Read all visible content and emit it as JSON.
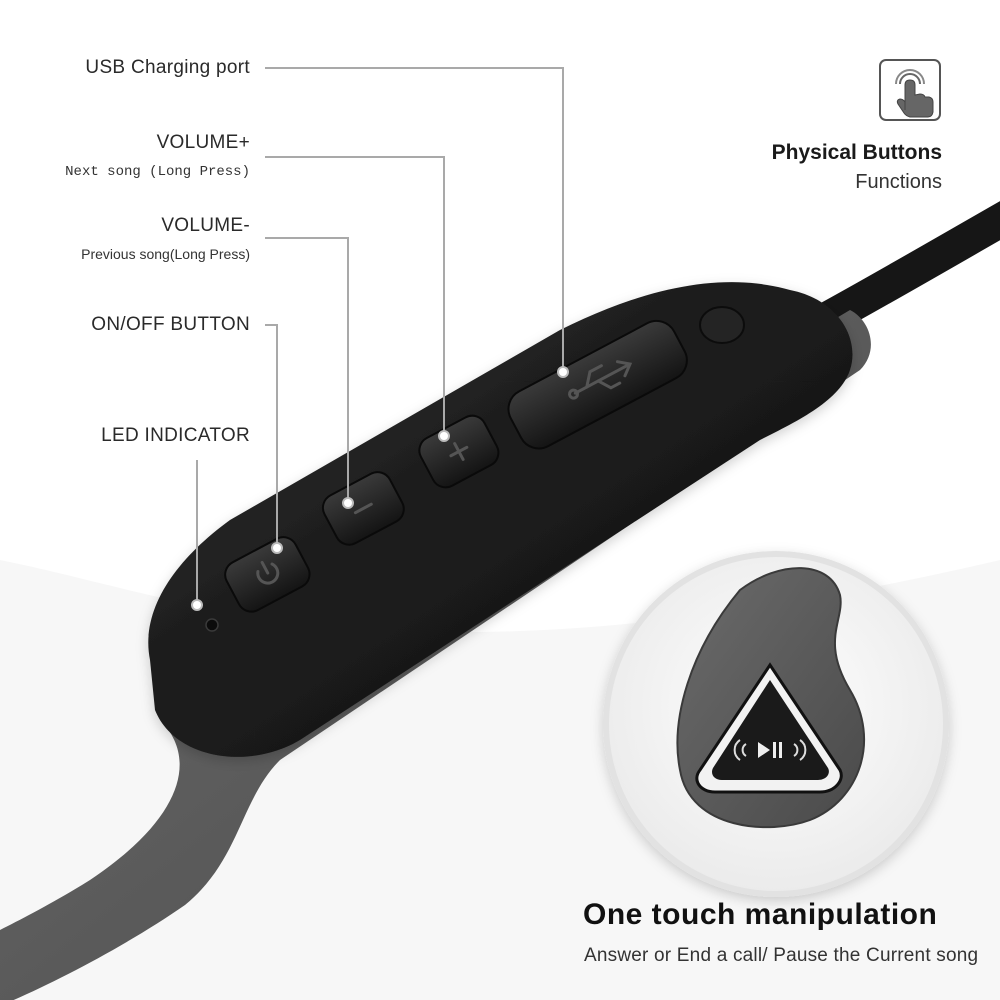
{
  "callouts": {
    "usb": {
      "label": "USB Charging port"
    },
    "volume_up": {
      "label": "VOLUME+",
      "sub": "Next song (Long Press)"
    },
    "volume_down": {
      "label": "VOLUME-",
      "sub": "Previous song(Long Press)"
    },
    "power": {
      "label": "ON/OFF BUTTON"
    },
    "led": {
      "label": "LED INDICATOR"
    }
  },
  "physical_buttons": {
    "icon": "touch-hand-icon",
    "title": "Physical Buttons",
    "subtitle": "Functions"
  },
  "one_touch": {
    "title": "One touch manipulation",
    "subtitle": "Answer or End a call/ Pause the Current song",
    "button_icon": "play-pause-icon"
  },
  "colors": {
    "body_dark": "#1e1e1e",
    "body_grey": "#5a5a5a",
    "leader_line": "#a9a9a9",
    "accent": "#111111"
  }
}
